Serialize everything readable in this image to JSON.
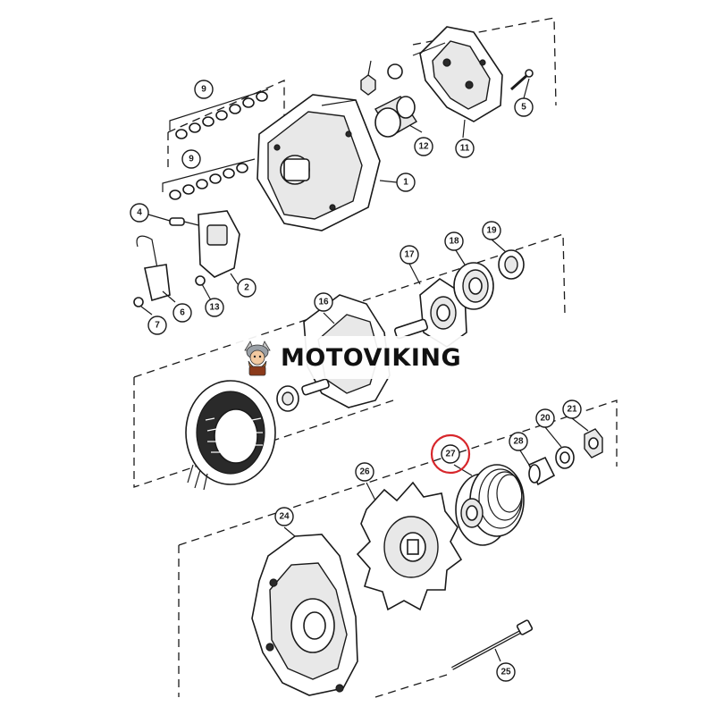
{
  "diagram": {
    "callouts": [
      "1",
      "2",
      "4",
      "5",
      "6",
      "7",
      "9",
      "9",
      "11",
      "12",
      "13",
      "16",
      "17",
      "18",
      "19",
      "20",
      "21",
      "24",
      "25",
      "26",
      "27",
      "28"
    ],
    "highlighted_callout": "27",
    "highlight_color": "#d7262b"
  },
  "watermark": {
    "brand": "MOTOVIKING",
    "logo_icon": "viking-mascot-icon"
  }
}
